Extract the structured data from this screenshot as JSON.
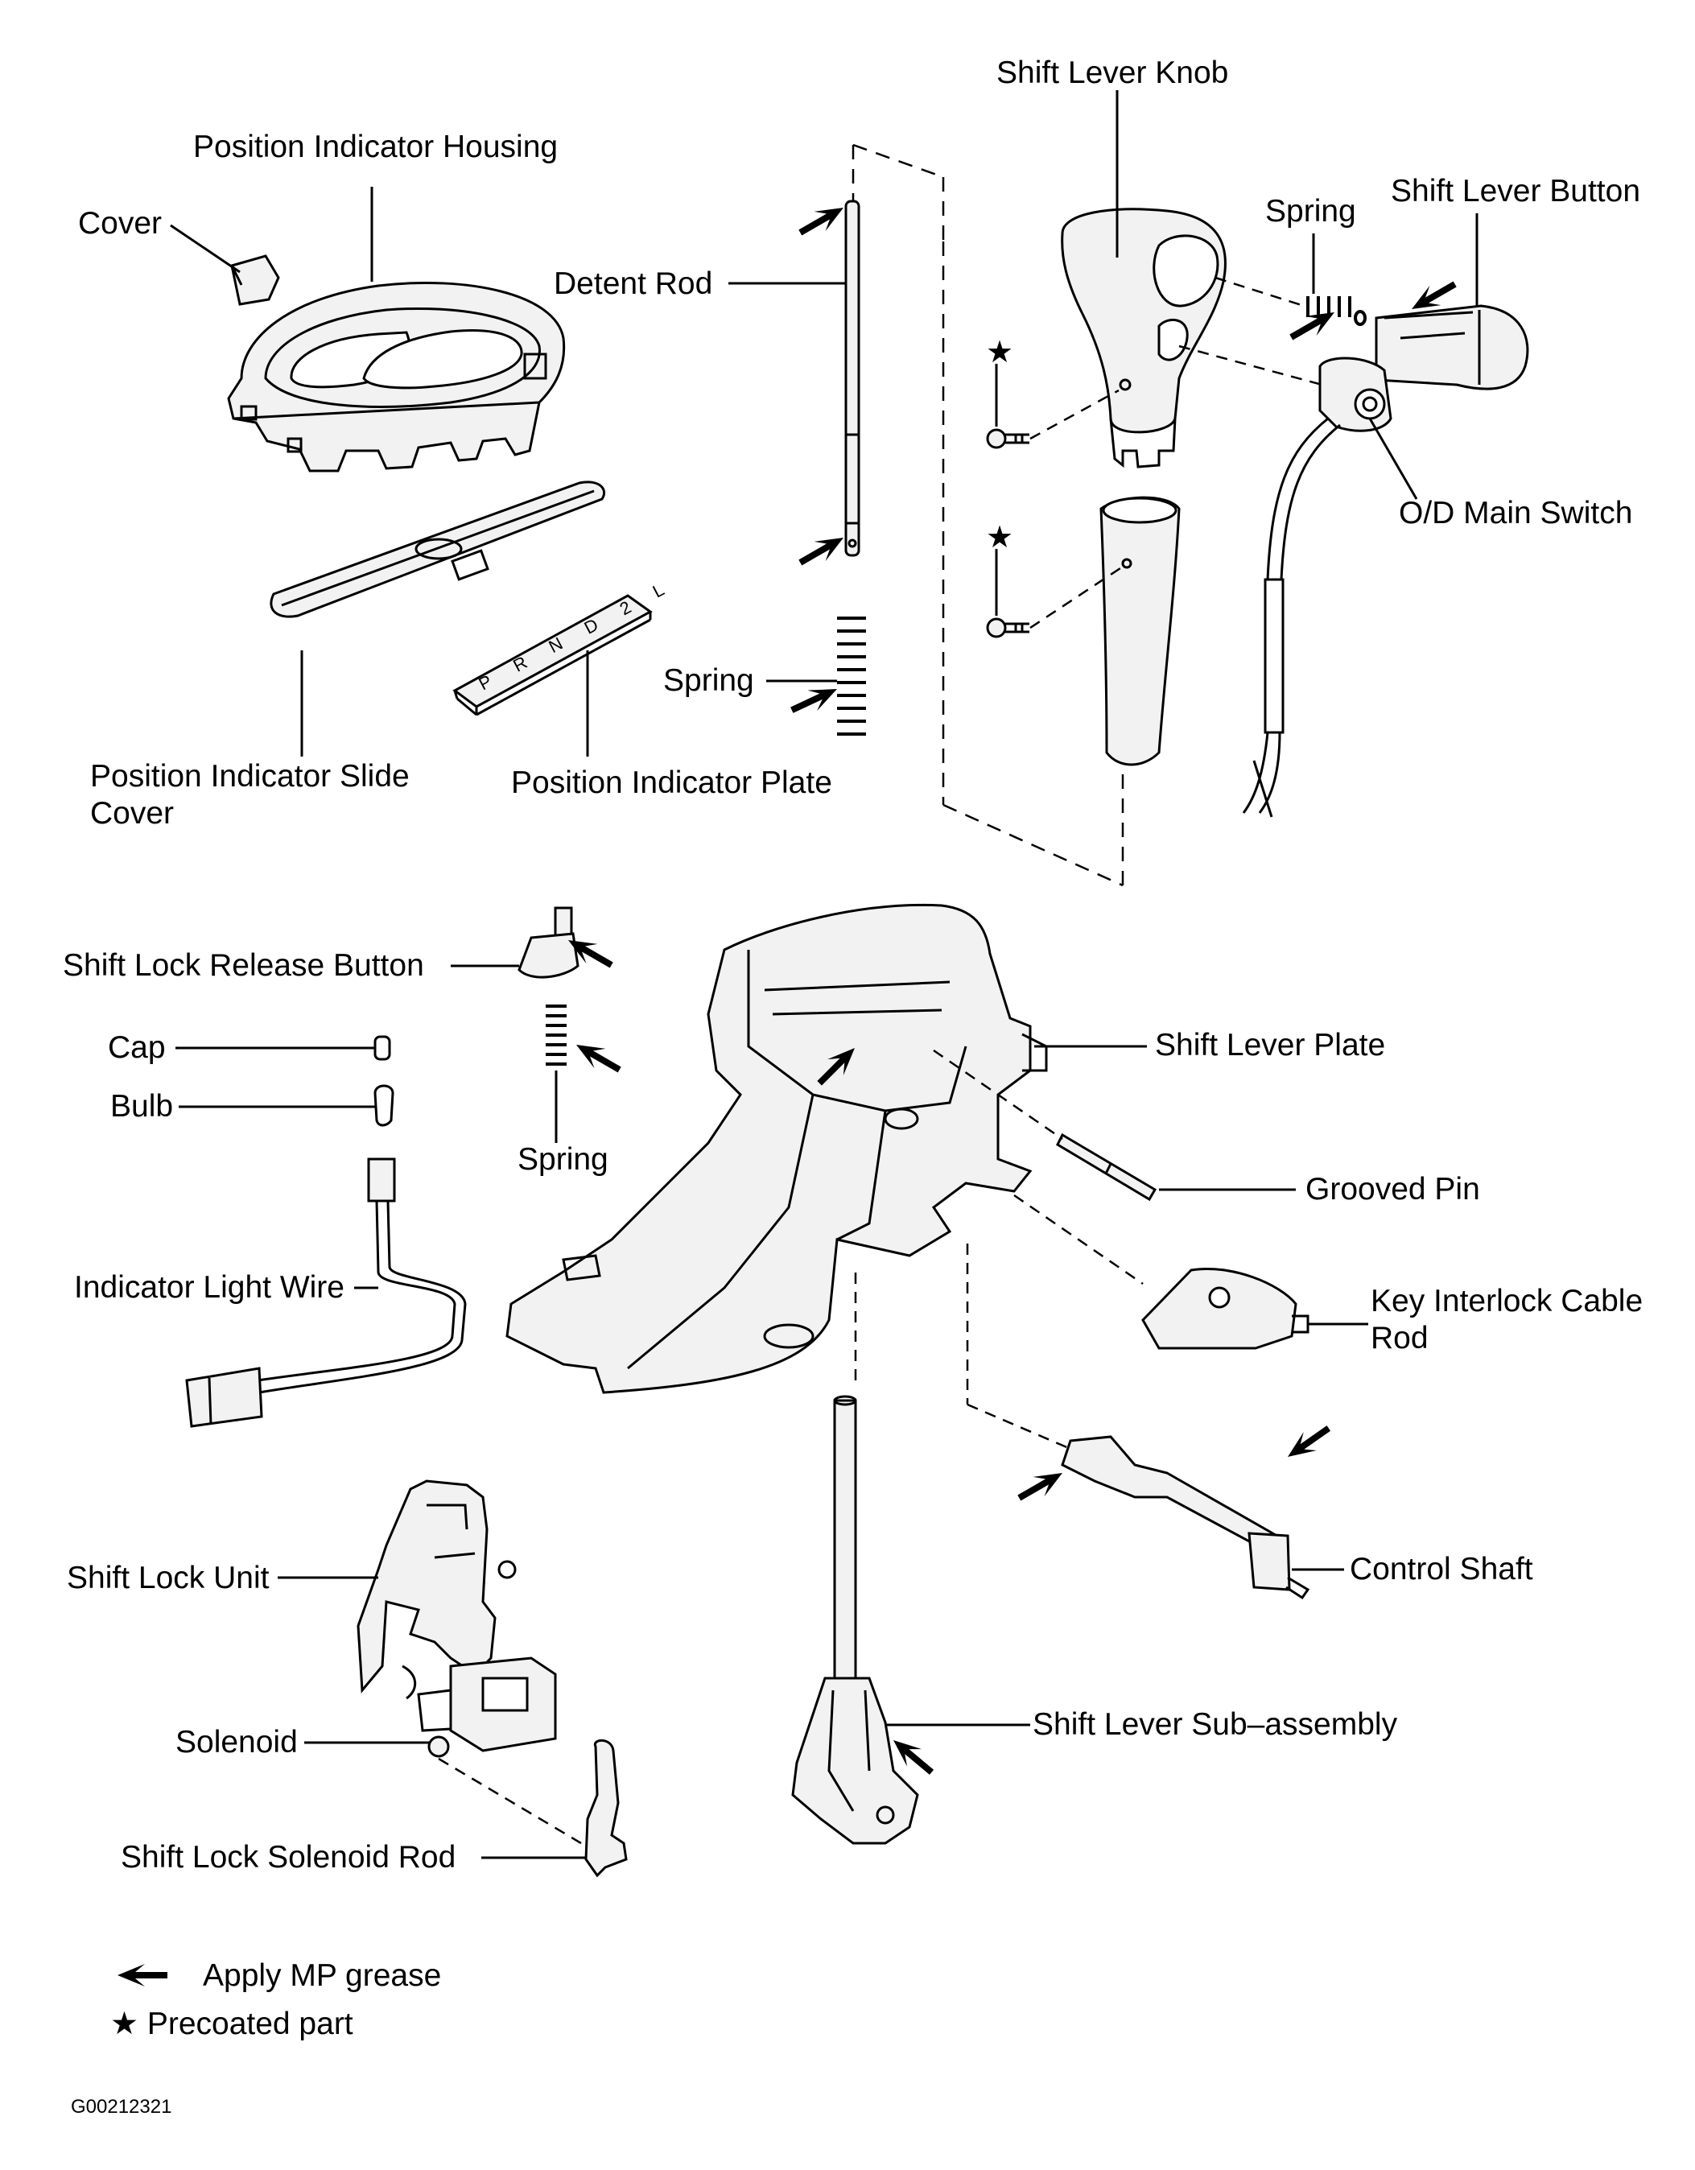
{
  "labels": {
    "shift_lever_knob": "Shift Lever Knob",
    "position_indicator_housing": "Position Indicator Housing",
    "cover": "Cover",
    "spring_top": "Spring",
    "shift_lever_button": "Shift Lever Button",
    "detent_rod": "Detent Rod",
    "od_main_switch": "O/D Main Switch",
    "spring_mid": "Spring",
    "position_indicator_slide_cover_line1": "Position Indicator Slide",
    "position_indicator_slide_cover_line2": "Cover",
    "position_indicator_plate": "Position Indicator Plate",
    "shift_lock_release_button": "Shift Lock Release Button",
    "cap": "Cap",
    "bulb": "Bulb",
    "spring_low": "Spring",
    "shift_lever_plate": "Shift Lever Plate",
    "grooved_pin": "Grooved Pin",
    "indicator_light_wire": "Indicator Light Wire",
    "key_interlock_cable_rod_line1": "Key Interlock Cable",
    "key_interlock_cable_rod_line2": "Rod",
    "control_shaft": "Control Shaft",
    "shift_lock_unit": "Shift Lock Unit",
    "shift_lever_sub_assembly": "Shift Lever Sub–assembly",
    "solenoid": "Solenoid",
    "shift_lock_solenoid_rod": "Shift Lock Solenoid Rod"
  },
  "plate_letters": "P R N D 2 L",
  "legend": {
    "grease_text": "Apply MP grease",
    "precoated_symbol": "★",
    "precoated_text": "Precoated part"
  },
  "figure_code": "G00212321",
  "colors": {
    "ink": "#000000",
    "paper": "#ffffff",
    "part_fill": "#f2f2f2"
  }
}
